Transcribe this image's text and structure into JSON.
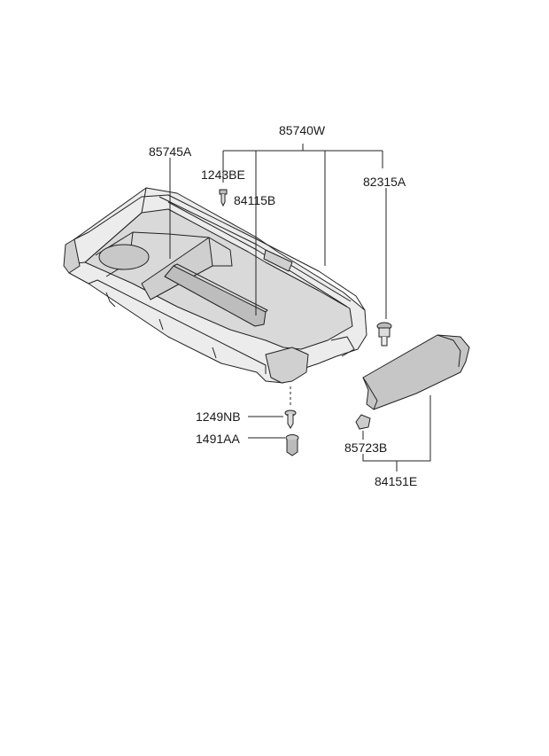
{
  "parts": {
    "p85740W": "85740W",
    "p85745A": "85745A",
    "p1243BE": "1243BE",
    "p84115B": "84115B",
    "p82315A": "82315A",
    "p1249NB": "1249NB",
    "p1491AA": "1491AA",
    "p85723B": "85723B",
    "p84151E": "84151E"
  },
  "colors": {
    "line": "#222222",
    "shade": "#bdbdbd",
    "light": "#e6e6e6"
  }
}
